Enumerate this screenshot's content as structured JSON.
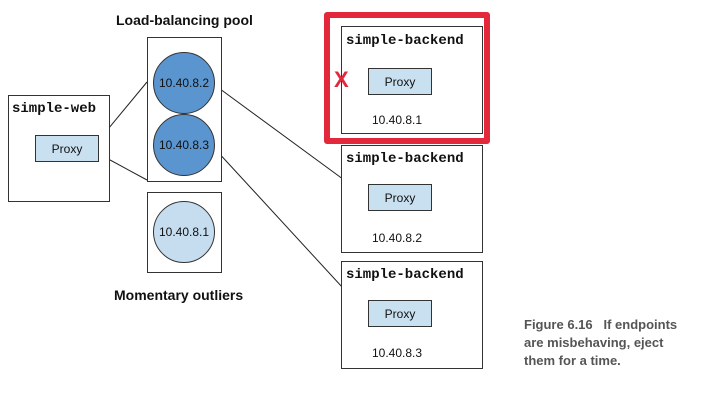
{
  "pool": {
    "title": "Load-balancing pool",
    "endpoints": [
      "10.40.8.2",
      "10.40.8.3"
    ]
  },
  "outliers": {
    "title": "Momentary outliers",
    "endpoints": [
      "10.40.8.1"
    ]
  },
  "client": {
    "name": "simple-web",
    "proxy_label": "Proxy"
  },
  "backends": [
    {
      "name": "simple-backend",
      "proxy_label": "Proxy",
      "ip": "10.40.8.1"
    },
    {
      "name": "simple-backend",
      "proxy_label": "Proxy",
      "ip": "10.40.8.2"
    },
    {
      "name": "simple-backend",
      "proxy_label": "Proxy",
      "ip": "10.40.8.3"
    }
  ],
  "ejected_marker": "X",
  "caption": {
    "figure": "Figure 6.16",
    "text_line1": "If endpoints",
    "text_line2": "are misbehaving, eject",
    "text_line3": "them for a time."
  },
  "colors": {
    "active_endpoint": "#5b95cf",
    "outlier_endpoint": "#c6ddf0",
    "proxy_fill": "#c9e0f1",
    "ejected_highlight": "#e3283c"
  }
}
